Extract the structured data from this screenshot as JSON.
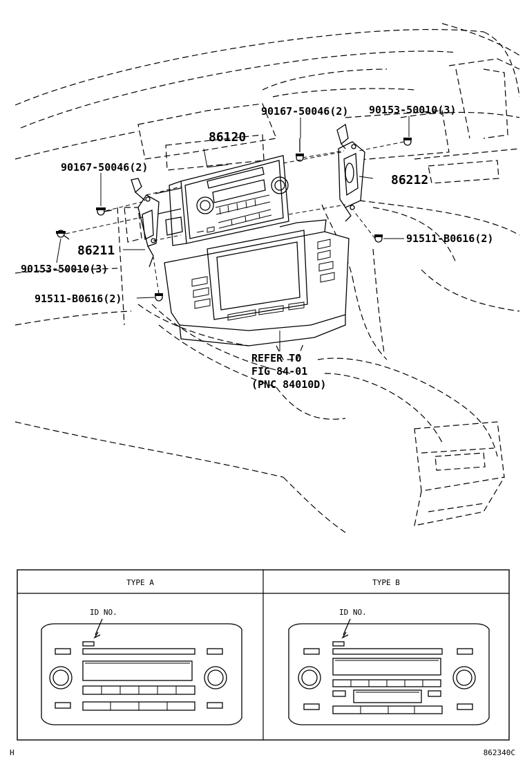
{
  "callouts": {
    "c86120": "86120",
    "c86212": "86212",
    "c86211": "86211",
    "screw_left_top": "90167-50046(2)",
    "screw_right_top": "90167-50046(2)",
    "screw_left": "90153-50010(3)",
    "screw_right_top2": "90153-50010(3)",
    "bolt_right": "91511-B0616(2)",
    "bolt_left": "91511-B0616(2)",
    "refer_line1": "REFER TO",
    "refer_line2": "FIG 84-01",
    "refer_line3": "(PNC 84010D)"
  },
  "legend": {
    "type_a": "TYPE  A",
    "type_b": "TYPE  B",
    "id_a": "ID NO.",
    "id_b": "ID NO."
  },
  "footer": {
    "left": "H",
    "right": "862340C"
  }
}
